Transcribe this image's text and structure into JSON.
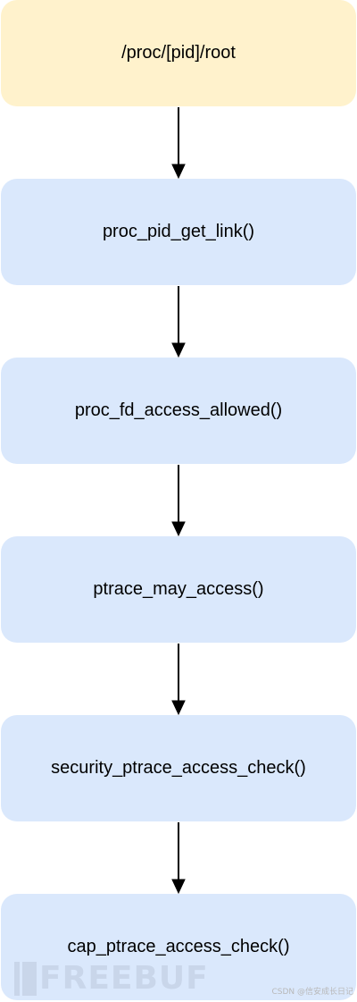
{
  "diagram": {
    "nodes": [
      {
        "label": "/proc/[pid]/root",
        "kind": "path"
      },
      {
        "label": "proc_pid_get_link()",
        "kind": "function"
      },
      {
        "label": "proc_fd_access_allowed()",
        "kind": "function"
      },
      {
        "label": "ptrace_may_access()",
        "kind": "function"
      },
      {
        "label": "security_ptrace_access_check()",
        "kind": "function"
      },
      {
        "label": "cap_ptrace_access_check()",
        "kind": "function"
      }
    ],
    "colors": {
      "path_fill": "#fff2cc",
      "function_fill": "#dae8fc",
      "arrow": "#000000"
    }
  },
  "watermark": {
    "text": "FREEBUF",
    "credit": "CSDN @信安成长日记"
  }
}
